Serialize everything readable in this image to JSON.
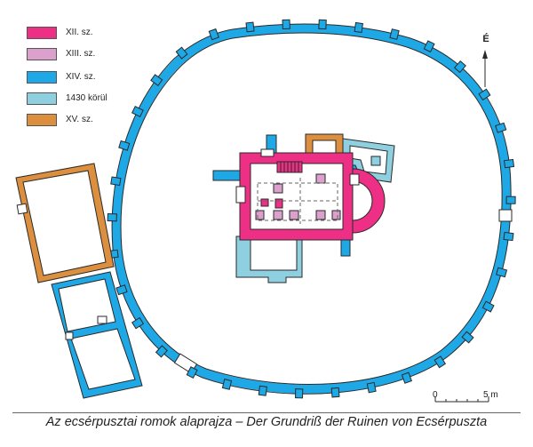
{
  "colors": {
    "c12": "#ee2f86",
    "c13": "#dca0cc",
    "c14": "#1ea8e6",
    "c1430": "#8ecfe0",
    "c15": "#dc8f3e",
    "line": "#2a2a2a"
  },
  "legend": [
    {
      "label": "XII. sz.",
      "color": "#ee2f86"
    },
    {
      "label": "XIII. sz.",
      "color": "#dca0cc"
    },
    {
      "label": "XIV. sz.",
      "color": "#1ea8e6"
    },
    {
      "label": "1430 körül",
      "color": "#8ecfe0"
    },
    {
      "label": "XV. sz.",
      "color": "#dc8f3e"
    }
  ],
  "north": {
    "label": "É"
  },
  "scale": {
    "zero": "0",
    "max": "5 m"
  },
  "caption": "Az  ecsérpusztai romok alaprajza – Der Grundriß der Ruinen von Ecsérpuszta"
}
